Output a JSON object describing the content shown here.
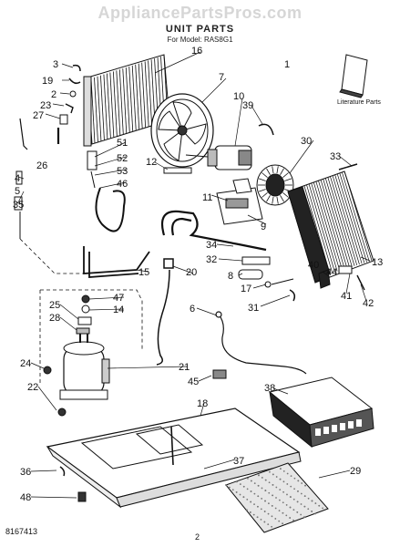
{
  "header": {
    "watermark": "AppliancePartsPros.com",
    "title": "UNIT PARTS",
    "subtitle": "For Model: RAS8G1"
  },
  "literature_label": "Literature Parts",
  "footer": {
    "doc_number": "8167413",
    "page_number": "2"
  },
  "callouts": [
    "1",
    "2",
    "3",
    "4",
    "5",
    "6",
    "7",
    "8",
    "9",
    "10",
    "11",
    "12",
    "13",
    "14",
    "15",
    "16",
    "17",
    "18",
    "19",
    "20",
    "21",
    "22",
    "23",
    "24",
    "25",
    "26",
    "27",
    "28",
    "29",
    "30",
    "31",
    "32",
    "33",
    "34",
    "35",
    "36",
    "37",
    "38",
    "39",
    "40",
    "41",
    "42",
    "44",
    "45",
    "46",
    "47",
    "48",
    "51",
    "52",
    "53"
  ]
}
